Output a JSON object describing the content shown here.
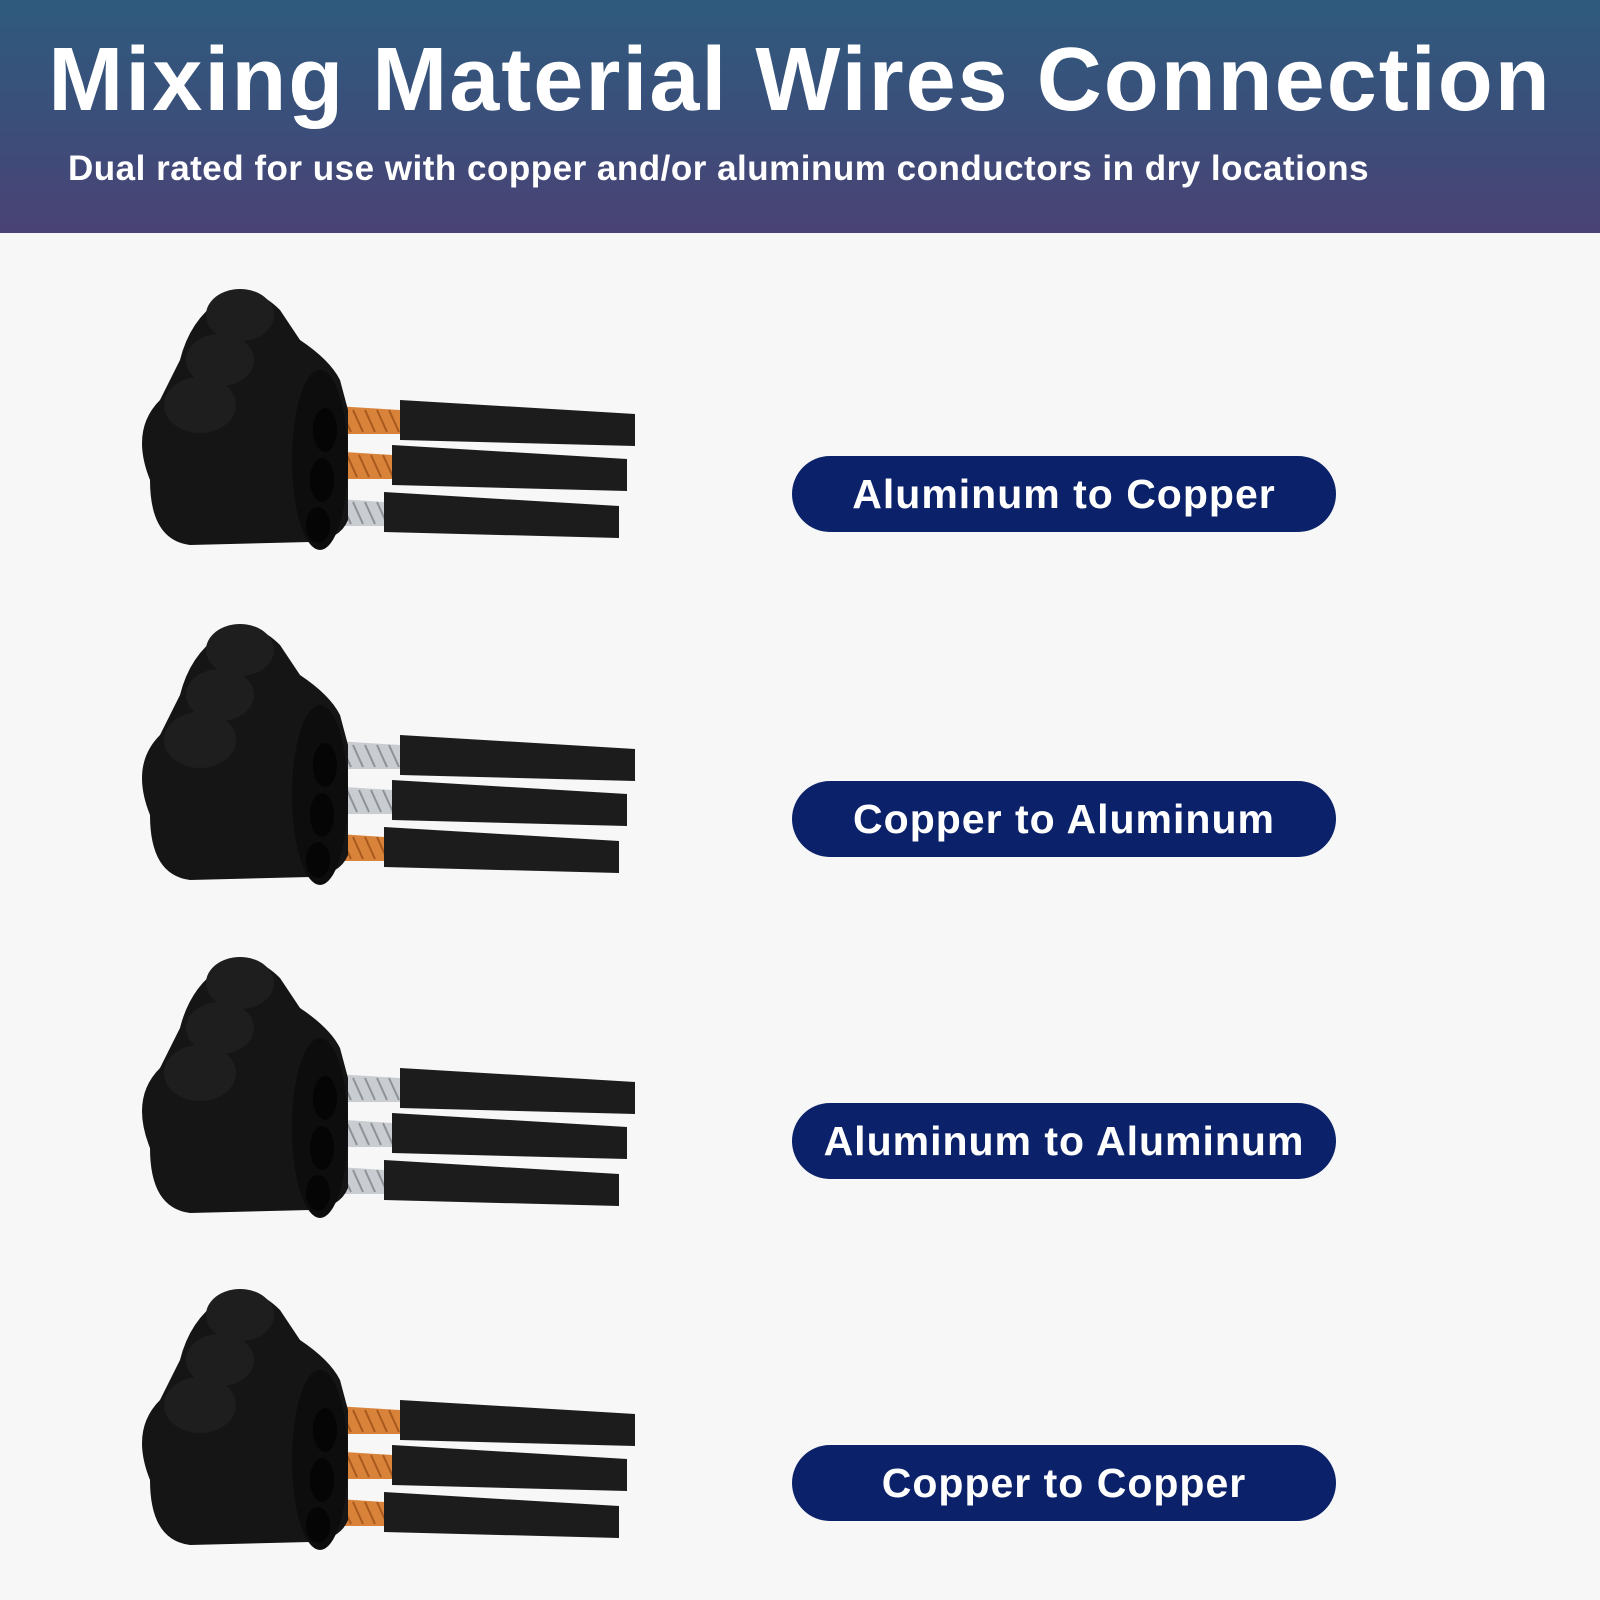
{
  "header": {
    "title": "Mixing Material Wires Connection",
    "subtitle": "Dual rated for use with copper and/or aluminum conductors in dry locations"
  },
  "rows": [
    {
      "label": "Aluminum to Copper",
      "wires": [
        "copper",
        "copper",
        "aluminum"
      ]
    },
    {
      "label": "Copper to Aluminum",
      "wires": [
        "aluminum",
        "aluminum",
        "copper"
      ]
    },
    {
      "label": "Aluminum to Aluminum",
      "wires": [
        "aluminum",
        "aluminum",
        "aluminum"
      ]
    },
    {
      "label": "Copper to Copper",
      "wires": [
        "copper",
        "copper",
        "copper"
      ]
    }
  ],
  "colors": {
    "pill": "#0b226a",
    "copper": "#d9823a",
    "aluminum": "#c9ccd0",
    "insulation": "#1c1c1c",
    "connector_body": "#151515"
  }
}
